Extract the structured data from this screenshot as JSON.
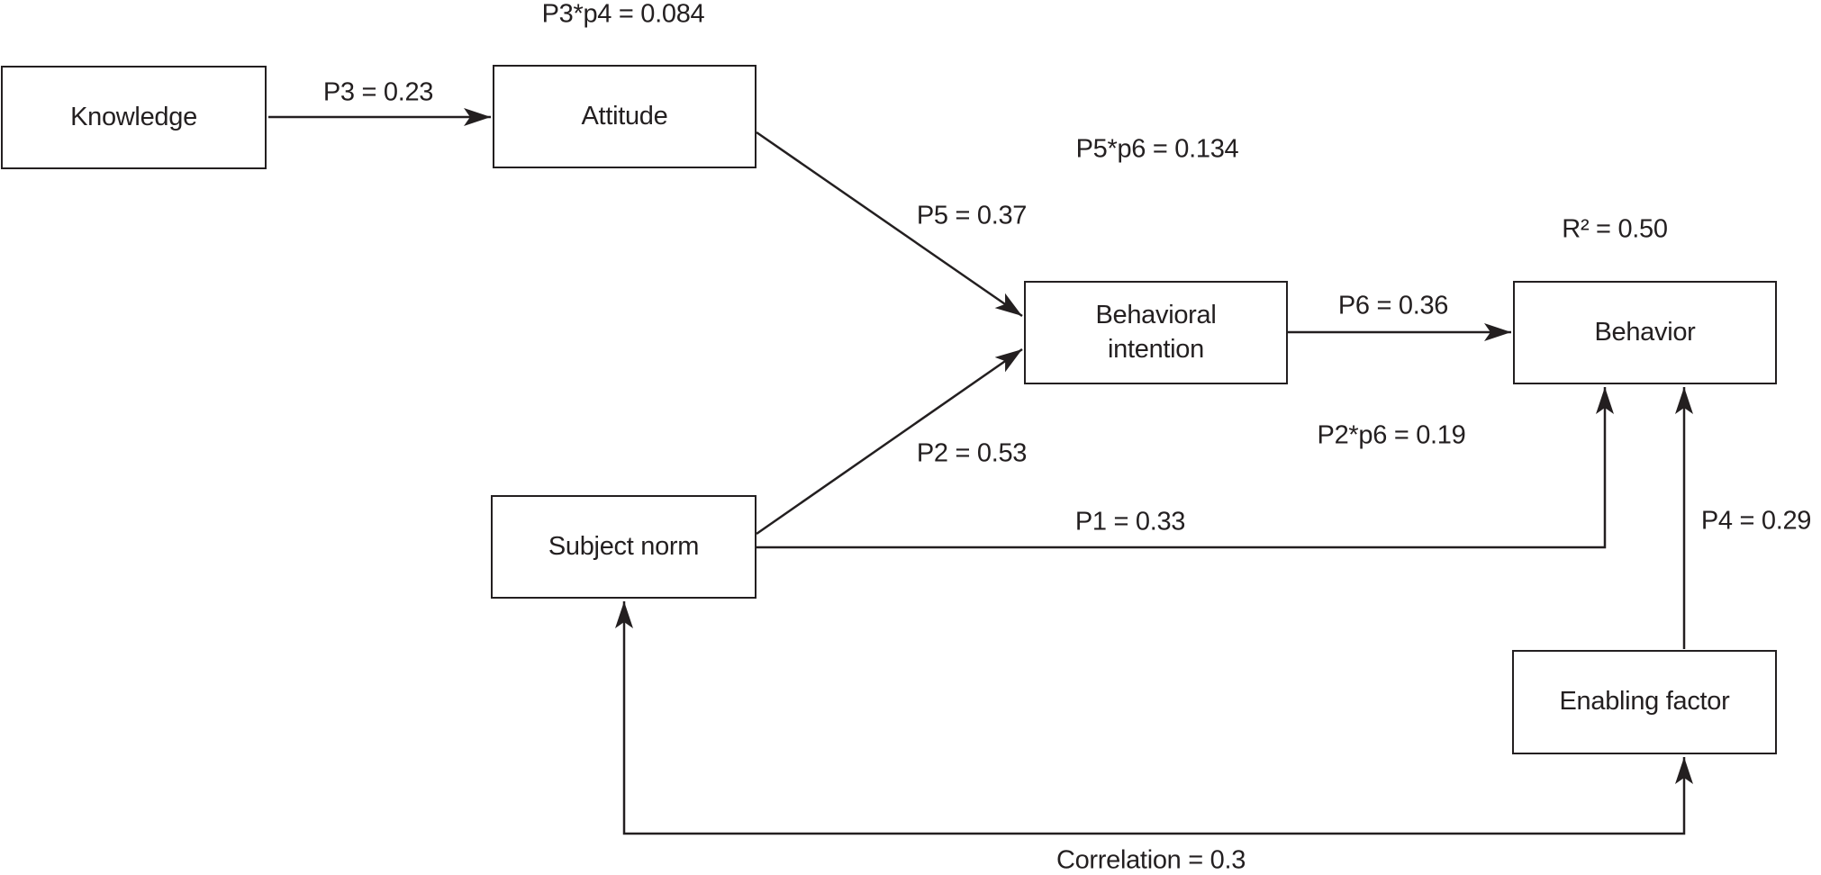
{
  "diagram": {
    "type": "path-analysis-model",
    "nodes": [
      {
        "id": "knowledge",
        "label": "Knowledge"
      },
      {
        "id": "attitude",
        "label": "Attitude"
      },
      {
        "id": "behavioral-intention",
        "label": "Behavioral\nintention"
      },
      {
        "id": "behavior",
        "label": "Behavior"
      },
      {
        "id": "subject-norm",
        "label": "Subject norm"
      },
      {
        "id": "enabling-factor",
        "label": "Enabling factor"
      }
    ],
    "edges": [
      {
        "from": "Knowledge",
        "to": "Attitude",
        "label": "P3 = 0.23",
        "arrow": "single"
      },
      {
        "from": "Attitude",
        "to": "Behavioral intention",
        "label": "P5 = 0.37",
        "arrow": "single"
      },
      {
        "from": "Subject norm",
        "to": "Behavioral intention",
        "label": "P2 = 0.53",
        "arrow": "single"
      },
      {
        "from": "Behavioral intention",
        "to": "Behavior",
        "label": "P6 = 0.36",
        "arrow": "single"
      },
      {
        "from": "Subject norm",
        "to": "Behavior",
        "label": "P1 = 0.33",
        "arrow": "single"
      },
      {
        "from": "Enabling factor",
        "to": "Behavior",
        "label": "P4 = 0.29",
        "arrow": "single"
      },
      {
        "from": "Subject norm",
        "to": "Enabling factor",
        "label": "Correlation = 0.3",
        "arrow": "double"
      }
    ],
    "annotations": [
      {
        "id": "p3p4",
        "text": "P3*p4 = 0.084"
      },
      {
        "id": "p5p6",
        "text": "P5*p6 = 0.134"
      },
      {
        "id": "r2",
        "text": "R² = 0.50"
      },
      {
        "id": "p2p6",
        "text": "P2*p6 = 0.19"
      }
    ],
    "colors": {
      "line": "#231f20",
      "text": "#231f20",
      "background": "#ffffff"
    }
  }
}
